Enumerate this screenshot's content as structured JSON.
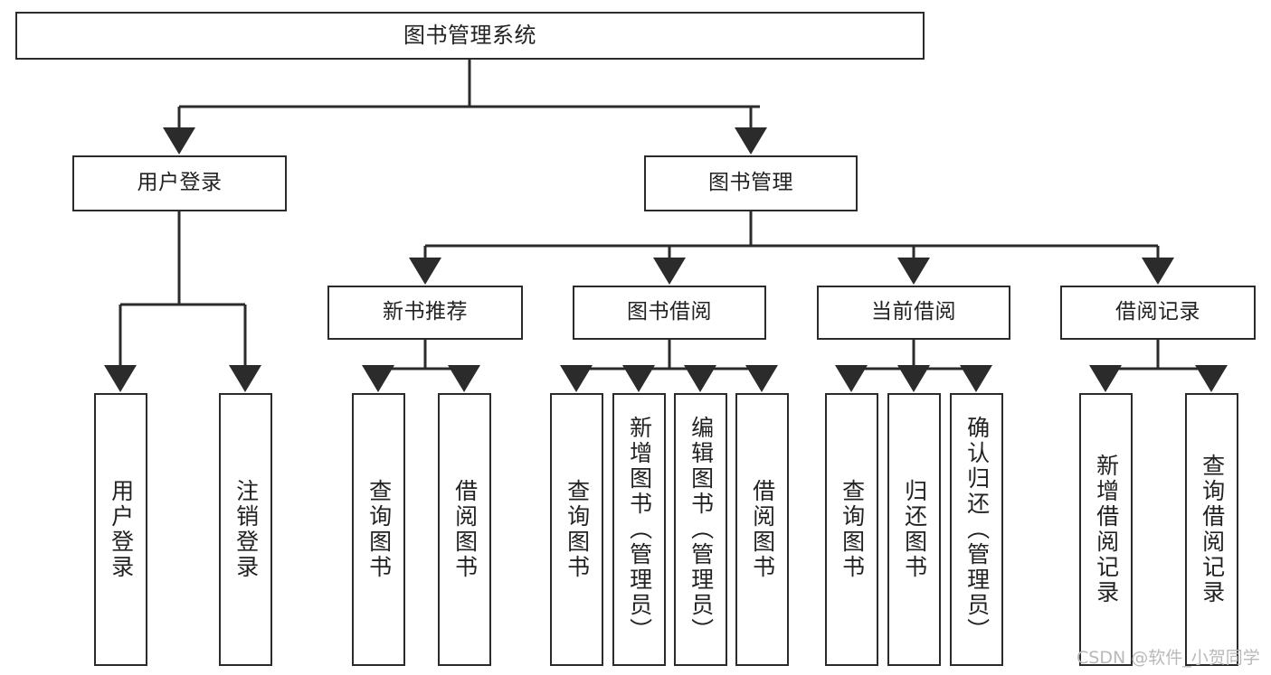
{
  "diagram": {
    "title": "图书管理系统",
    "type": "tree-structure-chart",
    "watermark": "CSDN @软件_小贺同学",
    "colors": {
      "box_border": "#2b2b2b",
      "box_fill": "#ffffff",
      "edge": "#2b2b2b",
      "text": "#222222",
      "watermark": "#b9b9b9",
      "background": "#ffffff"
    },
    "nodes": {
      "root": {
        "label": "图书管理系统"
      },
      "level2": [
        {
          "label": "用户登录"
        },
        {
          "label": "图书管理"
        }
      ],
      "level3": [
        {
          "label": "新书推荐"
        },
        {
          "label": "图书借阅"
        },
        {
          "label": "当前借阅"
        },
        {
          "label": "借阅记录"
        }
      ],
      "leaves": {
        "user_login": [
          {
            "label": "用户登录"
          },
          {
            "label": "注销登录"
          }
        ],
        "new_book_recommend": [
          {
            "label": "查询图书"
          },
          {
            "label": "借阅图书"
          }
        ],
        "book_borrow": [
          {
            "label": "查询图书"
          },
          {
            "label": "新增图书（管理员）"
          },
          {
            "label": "编辑图书（管理员）"
          },
          {
            "label": "借阅图书"
          }
        ],
        "current_borrow": [
          {
            "label": "查询图书"
          },
          {
            "label": "归还图书"
          },
          {
            "label": "确认归还（管理员）"
          }
        ],
        "borrow_record": [
          {
            "label": "新增借阅记录"
          },
          {
            "label": "查询借阅记录"
          }
        ]
      }
    }
  }
}
